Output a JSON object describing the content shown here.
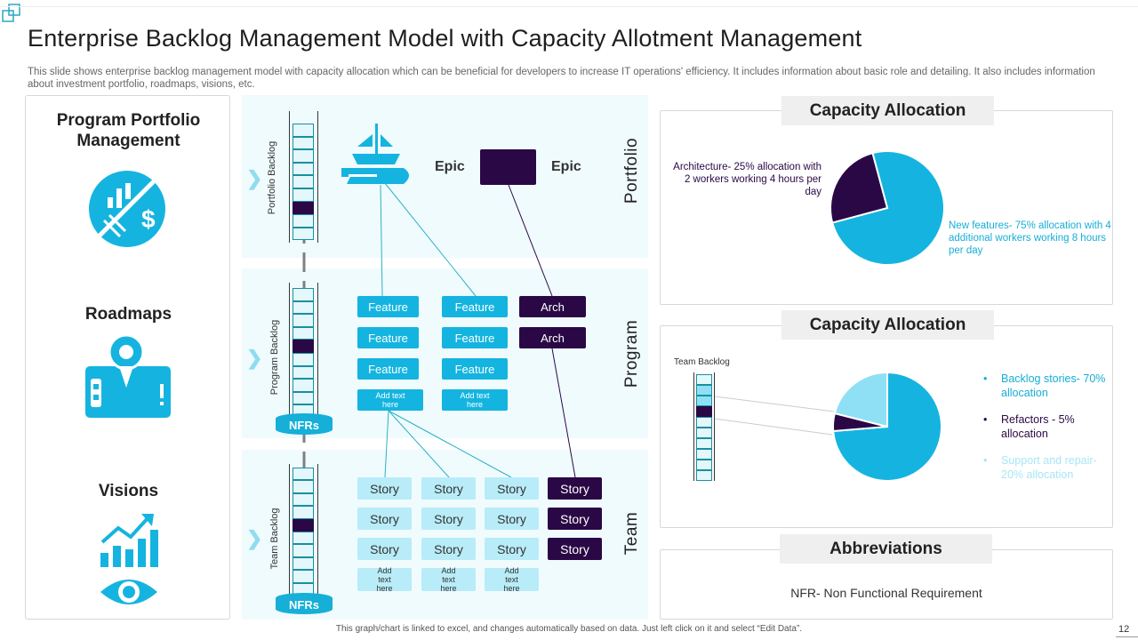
{
  "header": {
    "title": "Enterprise Backlog Management Model with Capacity Allotment Management",
    "description": "This slide shows enterprise backlog management model with capacity allocation which can be beneficial for developers to increase IT operations' efficiency. It includes information about basic role and detailing. It also includes information about investment portfolio, roadmaps, visions, etc."
  },
  "left_panel": {
    "items": [
      {
        "label": "Program Portfolio Management",
        "icon": "portfolio-investment-icon"
      },
      {
        "label": "Roadmaps",
        "icon": "roadmap-pin-icon"
      },
      {
        "label": "Visions",
        "icon": "vision-growth-icon"
      }
    ]
  },
  "diagram": {
    "portfolio": {
      "label": "Portfolio",
      "backlog_label": "Portfolio Backlog",
      "epic_left": "Epic",
      "epic_right": "Epic"
    },
    "program": {
      "label": "Program",
      "backlog_label": "Program Backlog",
      "nfr": "NFRs",
      "features": [
        "Feature",
        "Feature",
        "Feature",
        "Feature",
        "Feature",
        "Feature"
      ],
      "add_text": [
        "Add text here",
        "Add text here"
      ],
      "arch": [
        "Arch",
        "Arch"
      ]
    },
    "team": {
      "label": "Team",
      "backlog_label": "Team Backlog",
      "nfr": "NFRs",
      "stories": [
        "Story",
        "Story",
        "Story",
        "Story",
        "Story",
        "Story",
        "Story",
        "Story",
        "Story"
      ],
      "arch_stories": [
        "Story",
        "Story",
        "Story"
      ],
      "add_text": [
        "Add text here",
        "Add text here",
        "Add text here"
      ]
    }
  },
  "capacity1": {
    "title": "Capacity Allocation",
    "label_arch": "Architecture- 25% allocation with 2 workers working 4 hours per day",
    "label_new": "New features- 75% allocation with 4 additional workers working 8 hours per day"
  },
  "capacity2": {
    "title": "Capacity Allocation",
    "backlog_label": "Team Backlog",
    "legend": [
      {
        "text": "Backlog stories- 70% allocation",
        "color": "#15aed6"
      },
      {
        "text": "Refactors - 5% allocation",
        "color": "#2a0845"
      },
      {
        "text": "Support and repair- 20% allocation",
        "color": "#a8e6f5"
      }
    ]
  },
  "abbreviations": {
    "title": "Abbreviations",
    "text": "NFR- Non Functional Requirement"
  },
  "footer": {
    "note": "This graph/chart is linked to excel, and changes automatically based on data. Just left click on it and select “Edit Data”.",
    "page_number": "12"
  },
  "chart_data": [
    {
      "type": "pie",
      "title": "Capacity Allocation",
      "categories": [
        "New features",
        "Architecture"
      ],
      "values": [
        75,
        25
      ],
      "colors": [
        "#15b4e0",
        "#2a0845"
      ]
    },
    {
      "type": "pie",
      "title": "Capacity Allocation",
      "categories": [
        "Backlog stories",
        "Refactors",
        "Support and repair"
      ],
      "values": [
        70,
        5,
        20
      ],
      "colors": [
        "#15b4e0",
        "#2a0845",
        "#8fe0f5"
      ]
    }
  ]
}
